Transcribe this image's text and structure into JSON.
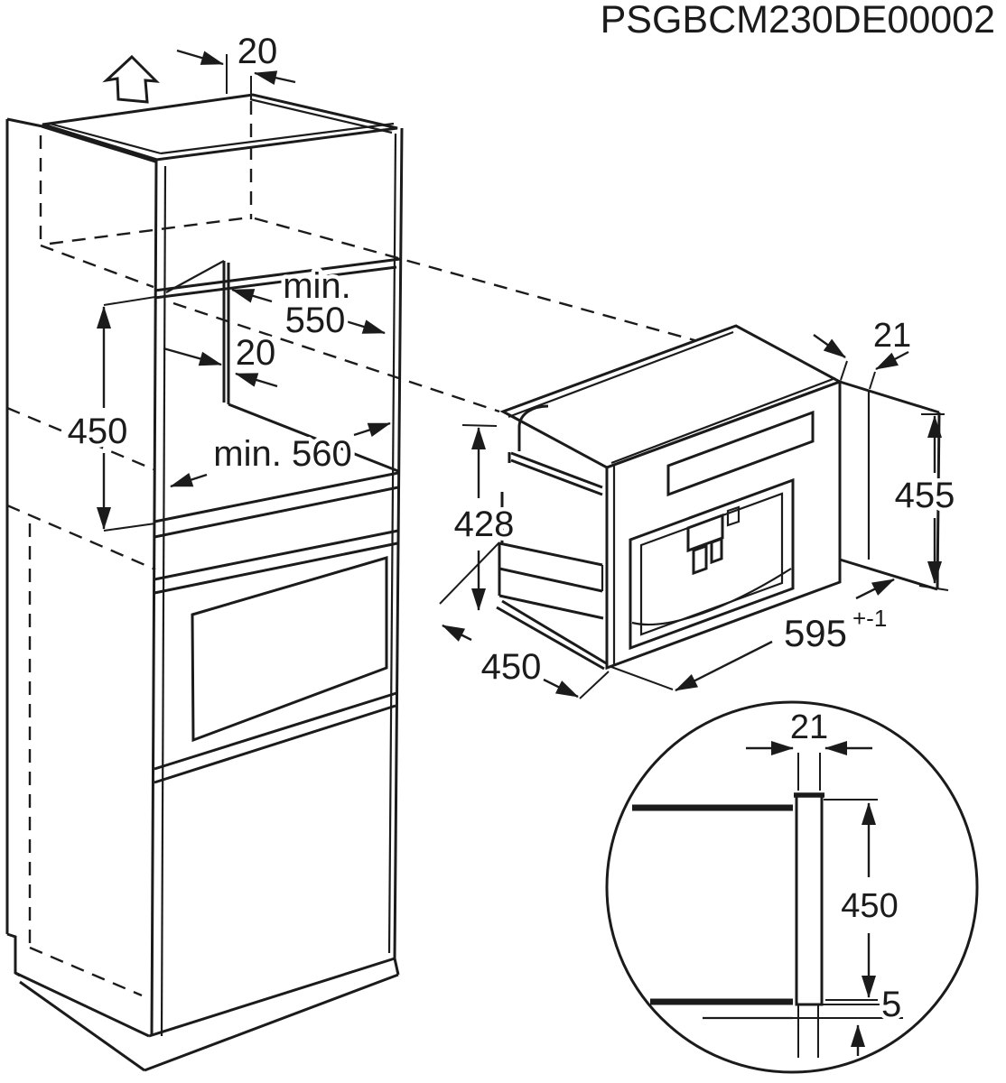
{
  "title": "PSGBCM230DE00002",
  "cabinet_dims": {
    "top_panel_thickness": "20",
    "niche_depth_min_label": "min.",
    "niche_depth": "550",
    "side_panel_thickness": "20",
    "niche_height": "450",
    "niche_width": "min. 560"
  },
  "machine_dims": {
    "front_frame_overlap": "21",
    "front_height": "455",
    "body_height": "428",
    "body_depth": "450",
    "front_width": "595",
    "front_width_tolerance": "+-1"
  },
  "detail_dims": {
    "front_panel_thickness": "21",
    "front_panel_height": "450",
    "bottom_clearance": "5"
  },
  "colors": {
    "line": "#1b1b1b",
    "background": "#ffffff"
  }
}
